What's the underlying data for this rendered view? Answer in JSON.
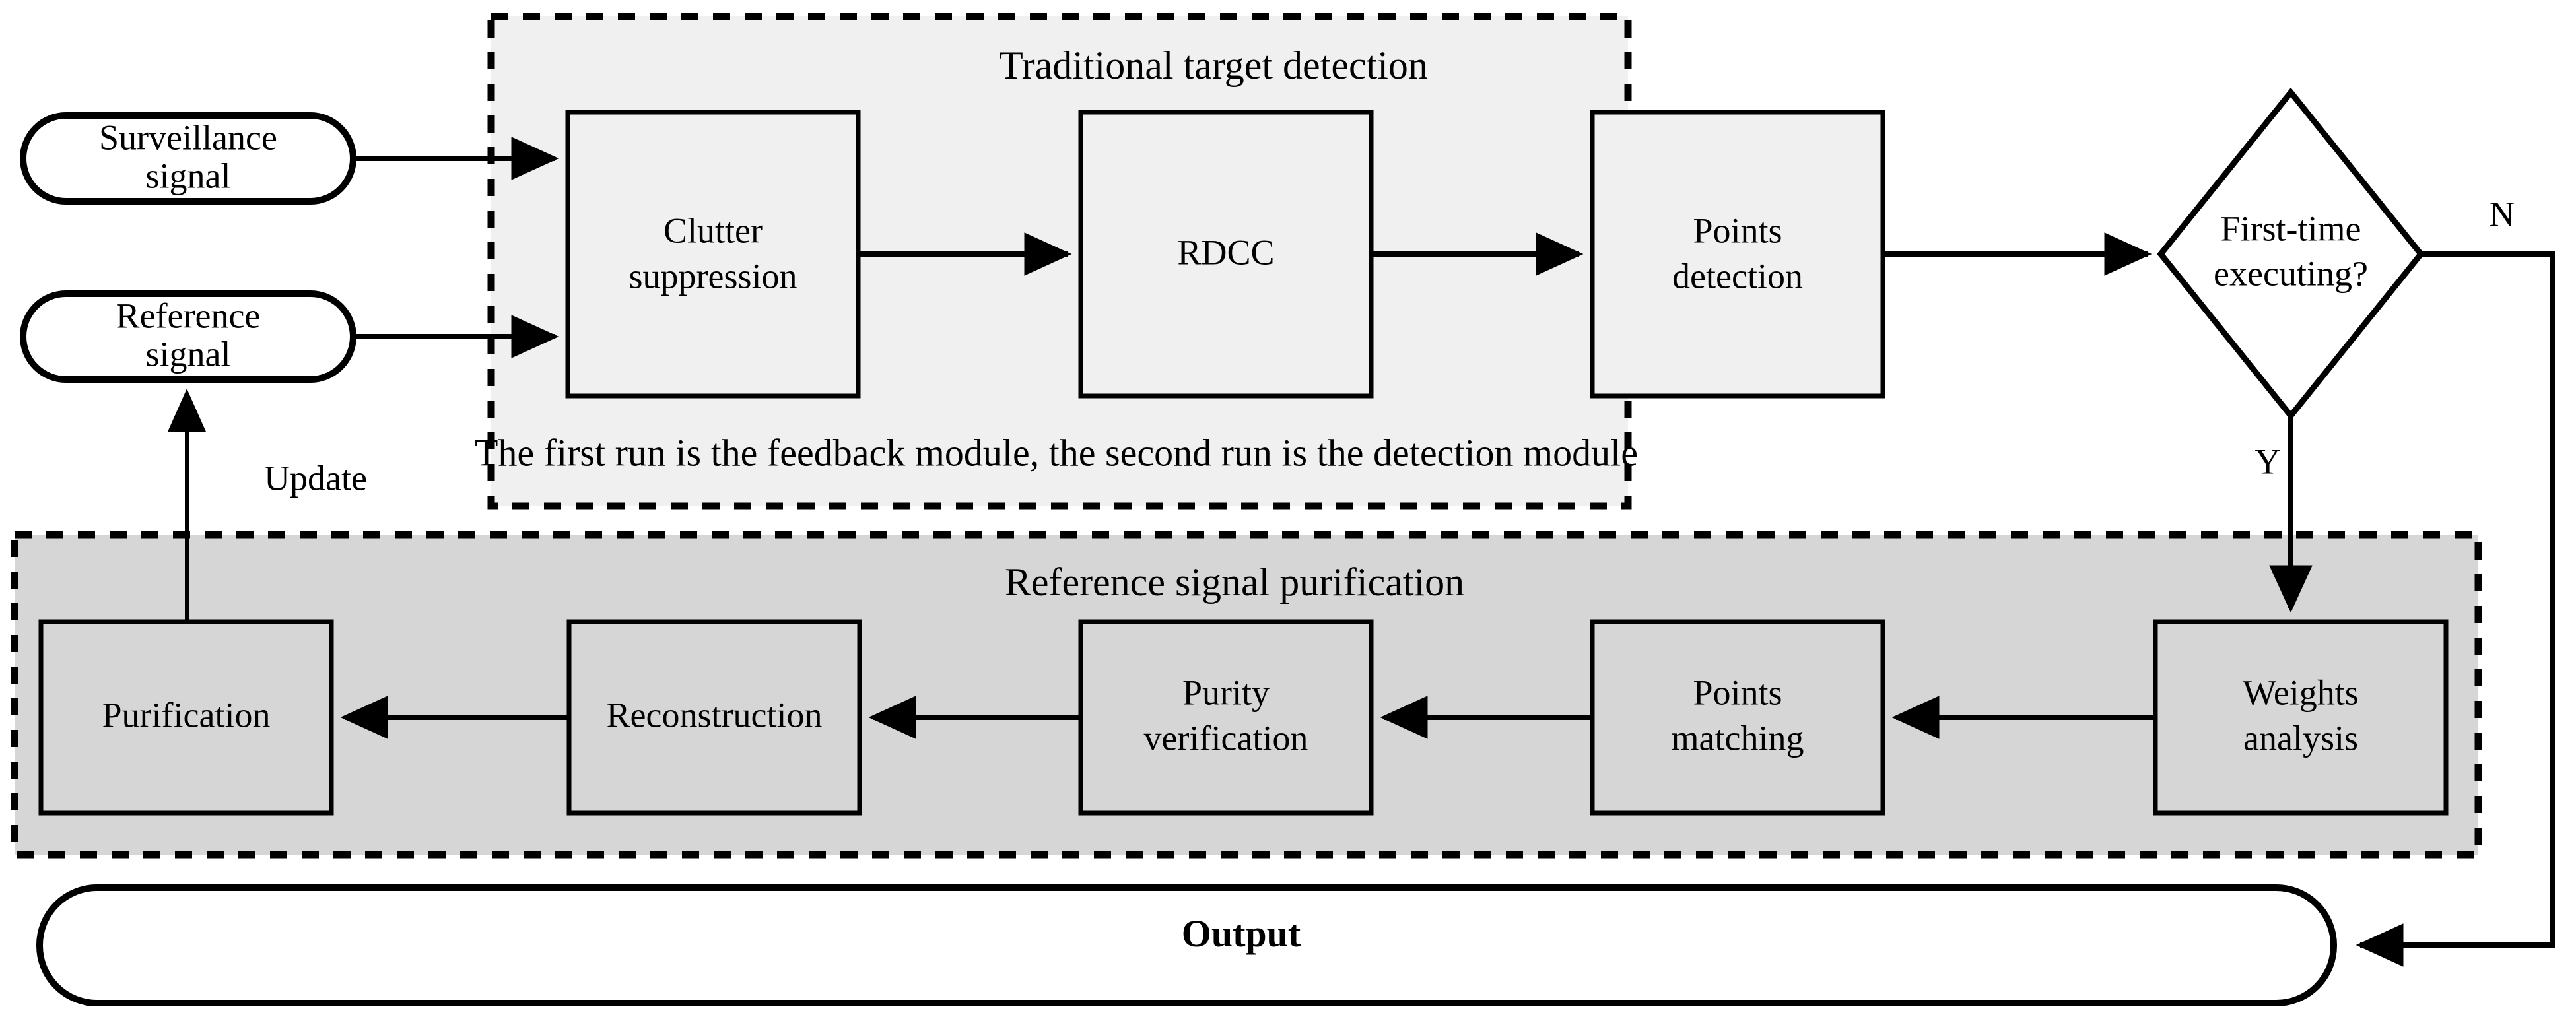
{
  "diagram": {
    "title": "Signal processing flowchart with feedback-based reference signal purification",
    "background_color": "#ffffff",
    "stroke_color": "#000000"
  },
  "terminals": {
    "surveillance": {
      "line1": "Surveillance",
      "line2": "signal"
    },
    "reference": {
      "line1": "Reference",
      "line2": "signal"
    },
    "output": {
      "label": "Output"
    }
  },
  "panels": {
    "detection": {
      "title": "Traditional target detection",
      "caption": "The first run is the feedback module, the second run is the detection module",
      "fill_color": "#f0f0f0",
      "border_style": "dashed"
    },
    "purification": {
      "title": "Reference signal purification",
      "fill_color": "#d6d6d6",
      "border_style": "dashed"
    }
  },
  "detection_nodes": [
    {
      "id": "clutter-suppression",
      "line1": "Clutter",
      "line2": "suppression"
    },
    {
      "id": "rdcc",
      "line1": "RDCC",
      "line2": ""
    },
    {
      "id": "points-detection",
      "line1": "Points",
      "line2": "detection"
    }
  ],
  "purification_nodes": [
    {
      "id": "purification",
      "line1": "Purification",
      "line2": ""
    },
    {
      "id": "reconstruction",
      "line1": "Reconstruction",
      "line2": ""
    },
    {
      "id": "purity-verification",
      "line1": "Purity",
      "line2": "verification"
    },
    {
      "id": "points-matching",
      "line1": "Points",
      "line2": "matching"
    },
    {
      "id": "weights-analysis",
      "line1": "Weights",
      "line2": "analysis"
    }
  ],
  "decision": {
    "id": "first-time-executing",
    "line1": "First-time",
    "line2": "executing?",
    "branch_yes": "Y",
    "branch_no": "N"
  },
  "edge_labels": {
    "update": "Update"
  }
}
